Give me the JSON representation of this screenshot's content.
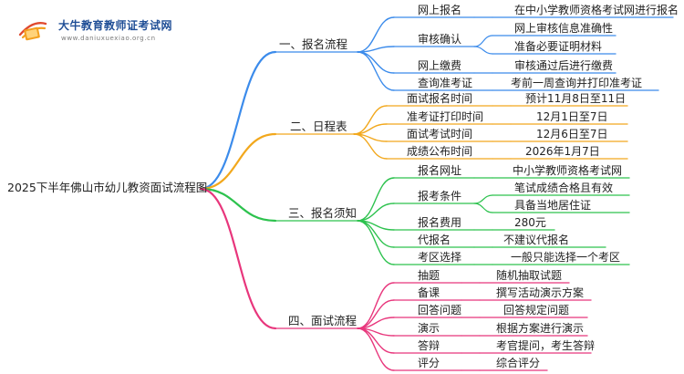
{
  "logo": {
    "name": "大牛教育教师证考试网",
    "url": "www.daniuxuexiao.org.cn"
  },
  "root": "2025下半年佛山市幼儿教资面试流程图",
  "colors": {
    "blue": "#3b8beb",
    "orange": "#f2a81d",
    "green": "#2dc24e",
    "pink": "#e8367c",
    "logo_blue": "#1f4e96",
    "logo_orange": "#f3a01f"
  },
  "sections": [
    {
      "label": "一、报名流程",
      "color": "blue",
      "items": [
        {
          "label": "网上报名",
          "values": [
            "在中小学教师资格考试网进行报名"
          ]
        },
        {
          "label": "审核确认",
          "values": [
            "网上审核信息准确性",
            "准备必要证明材料"
          ]
        },
        {
          "label": "网上缴费",
          "values": [
            "审核通过后进行缴费"
          ]
        },
        {
          "label": "查询准考证",
          "values": [
            "考前一周查询并打印准考证"
          ]
        }
      ]
    },
    {
      "label": "二、日程表",
      "color": "orange",
      "items": [
        {
          "label": "面试报名时间",
          "values": [
            "预计11月8日至11日"
          ]
        },
        {
          "label": "准考证打印时间",
          "values": [
            "12月1日至7日"
          ]
        },
        {
          "label": "面试考试时间",
          "values": [
            "12月6日至7日"
          ]
        },
        {
          "label": "成绩公布时间",
          "values": [
            "2026年1月7日"
          ]
        }
      ]
    },
    {
      "label": "三、报名须知",
      "color": "green",
      "items": [
        {
          "label": "报名网址",
          "values": [
            "中小学教师资格考试网"
          ]
        },
        {
          "label": "报考条件",
          "values": [
            "笔试成绩合格且有效",
            "具备当地居住证"
          ]
        },
        {
          "label": "报名费用",
          "values": [
            "280元"
          ]
        },
        {
          "label": "代报名",
          "values": [
            "不建议代报名"
          ]
        },
        {
          "label": "考区选择",
          "values": [
            "一般只能选择一个考区"
          ]
        }
      ]
    },
    {
      "label": "四、面试流程",
      "color": "pink",
      "items": [
        {
          "label": "抽题",
          "values": [
            "随机抽取试题"
          ]
        },
        {
          "label": "备课",
          "values": [
            "撰写活动演示方案"
          ]
        },
        {
          "label": "回答问题",
          "values": [
            "回答规定问题"
          ]
        },
        {
          "label": "演示",
          "values": [
            "根据方案进行演示"
          ]
        },
        {
          "label": "答辩",
          "values": [
            "考官提问，考生答辩"
          ]
        },
        {
          "label": "评分",
          "values": [
            "综合评分"
          ]
        }
      ]
    }
  ]
}
